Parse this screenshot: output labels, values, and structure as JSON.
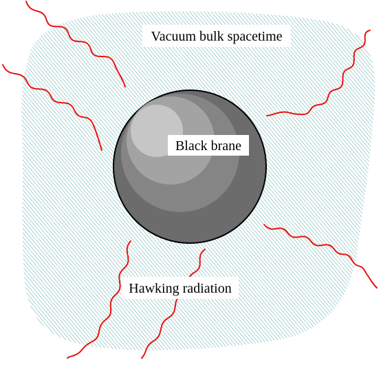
{
  "diagram": {
    "labels": {
      "bulk": "Vacuum bulk spacetime",
      "brane": "Black brane",
      "radiation": "Hawking radiation"
    },
    "colors": {
      "bulk_hatch": "#5aa6a6",
      "background": "#ffffff",
      "radiation": "#e8130f",
      "sphere_dark": "#6c6c6c",
      "sphere_mid": "#858585",
      "sphere_light": "#a3a3a3",
      "sphere_highlight": "#c6c6c6",
      "outline": "#000000",
      "label_box": "#ffffff"
    },
    "radiation_wave_count": 6
  }
}
